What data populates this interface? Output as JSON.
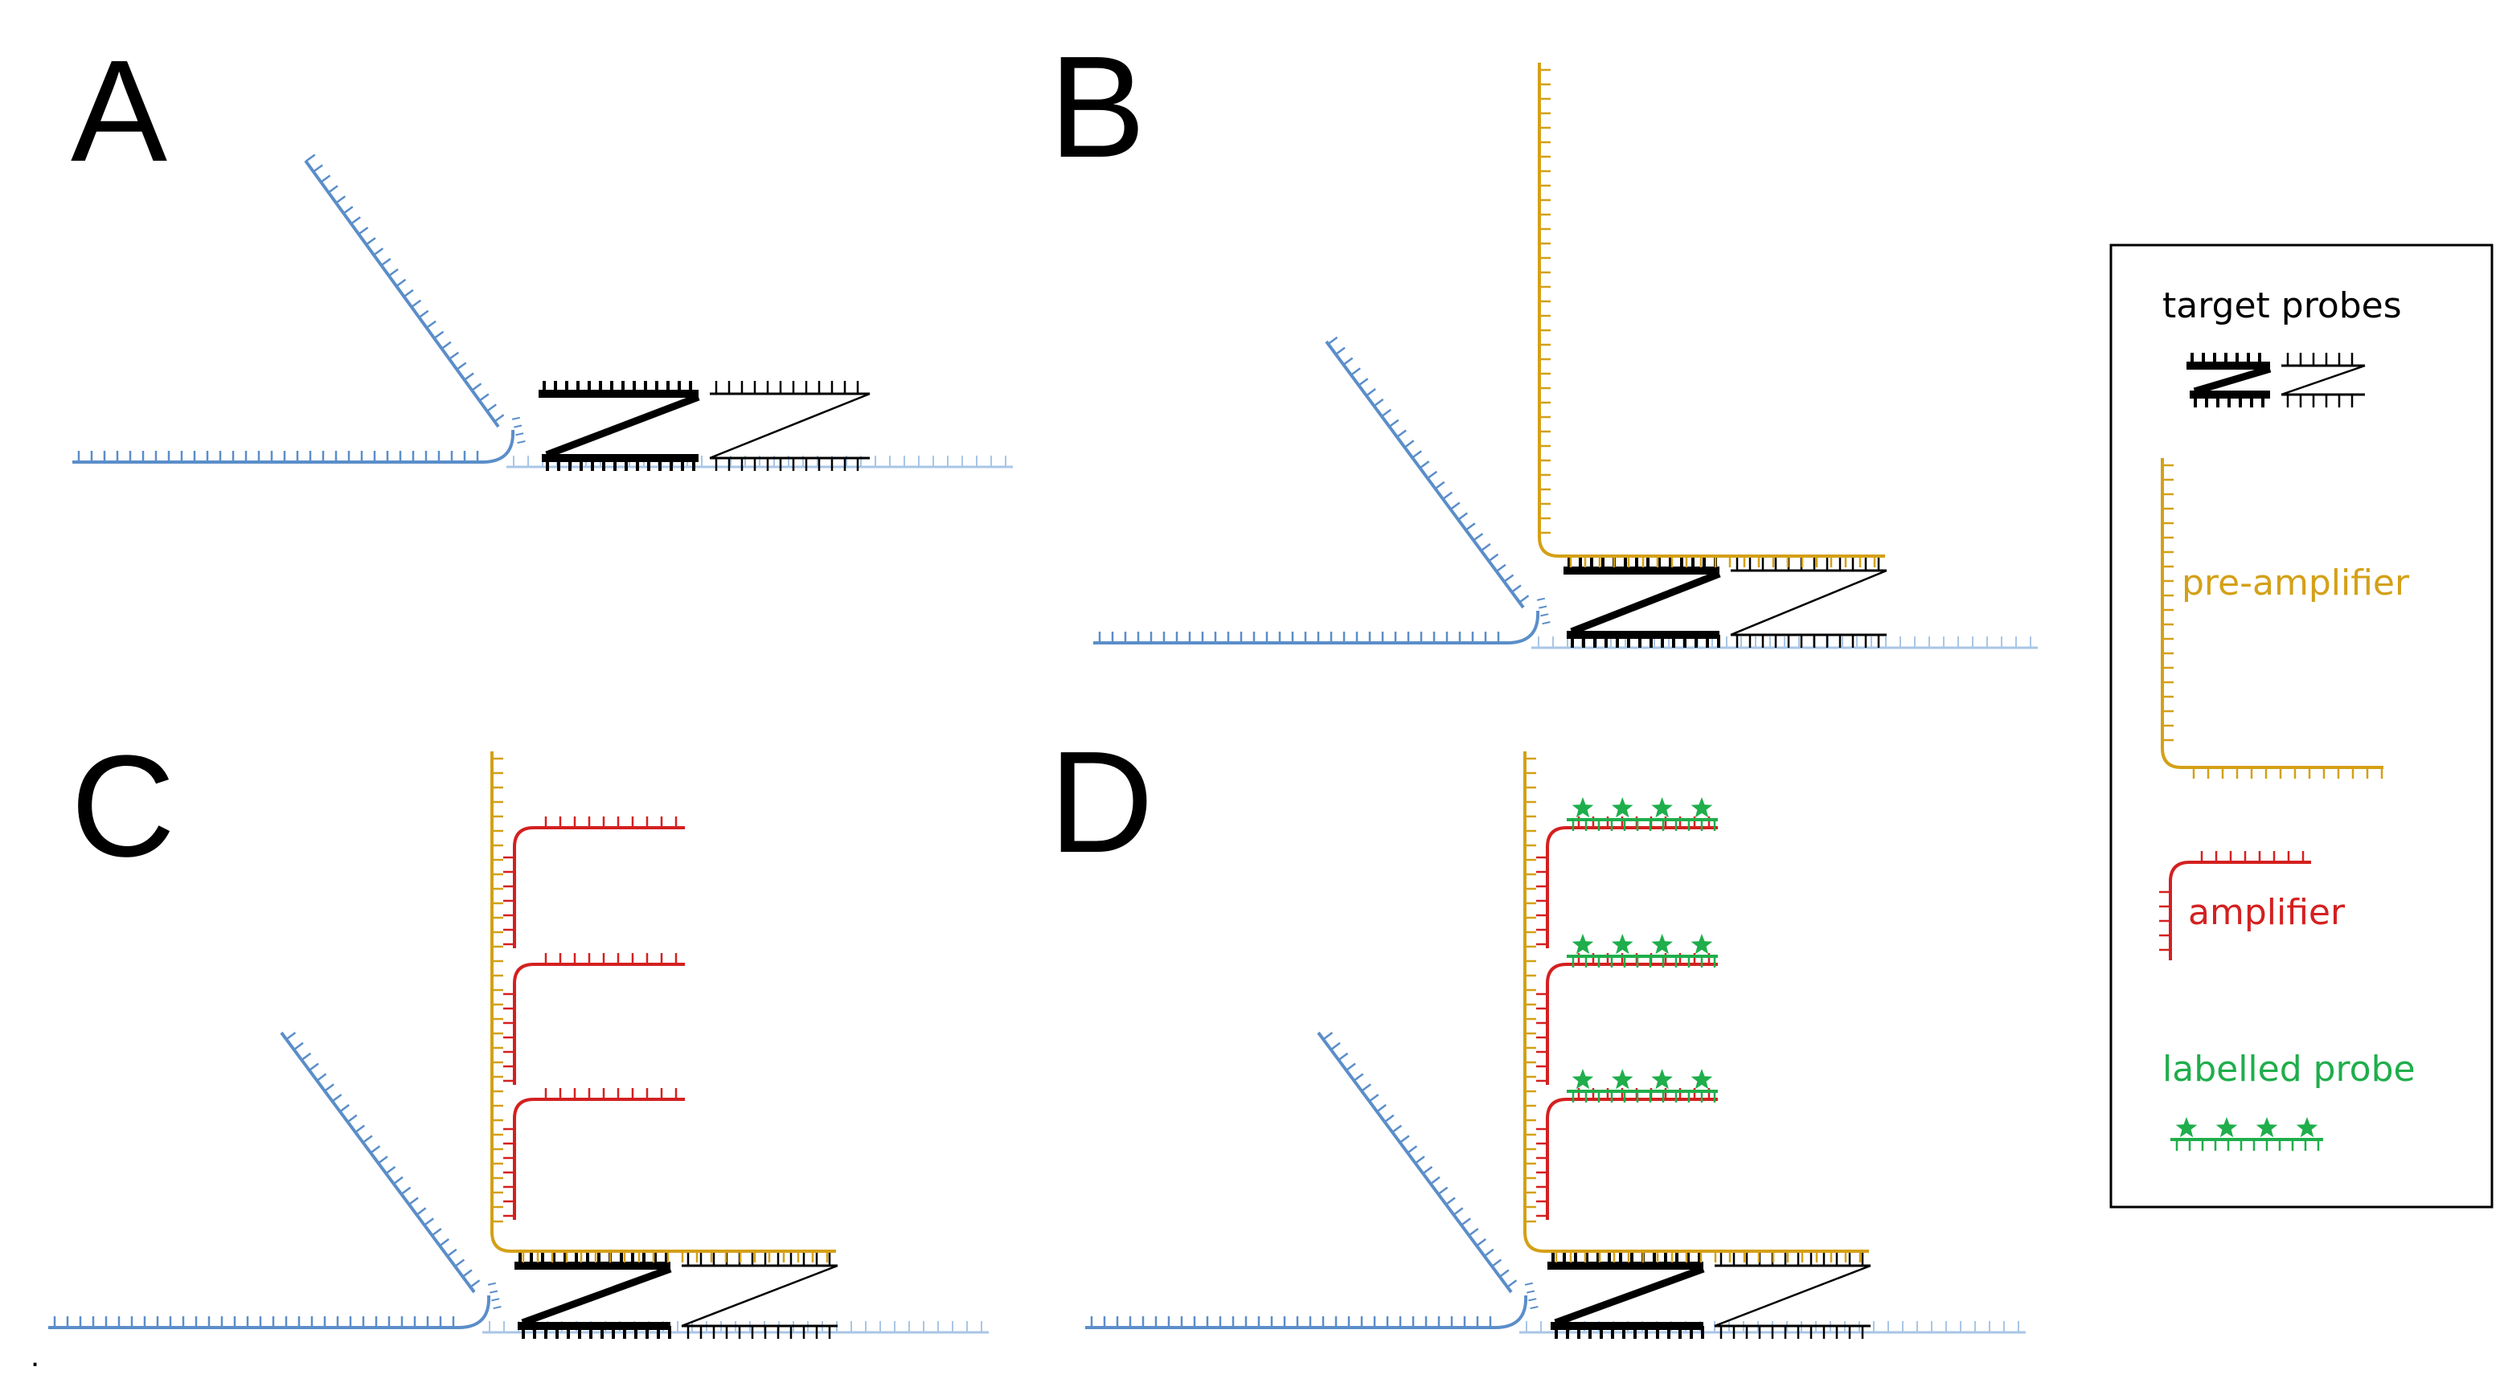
{
  "panels": [
    {
      "letter": "A",
      "stage": "target"
    },
    {
      "letter": "B",
      "stage": "preamp"
    },
    {
      "letter": "C",
      "stage": "amp"
    },
    {
      "letter": "D",
      "stage": "label"
    }
  ],
  "legend": {
    "target_probes": "target probes",
    "pre_amplifier": "pre-amplifier",
    "amplifier": "amplifier",
    "labelled_probe": "labelled probe"
  },
  "trailing_mark": ".",
  "colors": {
    "rna_blue": "#5b8ec9",
    "rna_light_blue": "#a9c6e6",
    "probe_black": "#000000",
    "pre_amplifier": "#d4a017",
    "amplifier": "#d42020",
    "labelled_probe": "#1fae4b",
    "legend_border": "#000000"
  },
  "icons": {
    "label_marker": "star-icon"
  }
}
